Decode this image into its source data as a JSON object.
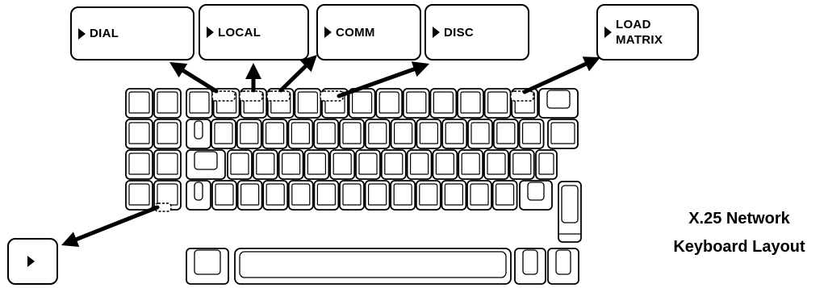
{
  "callouts": {
    "dial": "DIAL",
    "local": "LOCAL",
    "comm": "COMM",
    "disc": "DISC",
    "load_line1": "LOAD",
    "load_line2": "MATRIX",
    "blank_icon": "triangle-right-icon"
  },
  "caption": {
    "line1": "X.25 Network",
    "line2": "Keyboard Layout"
  },
  "keyboard": {
    "rows": 5,
    "space_bar": true,
    "highlighted_keys": [
      "dial-key",
      "local-key",
      "comm-key",
      "disc-key",
      "load-matrix-key",
      "blank-function-key"
    ]
  },
  "colors": {
    "ink": "#000000",
    "paper": "#ffffff"
  }
}
